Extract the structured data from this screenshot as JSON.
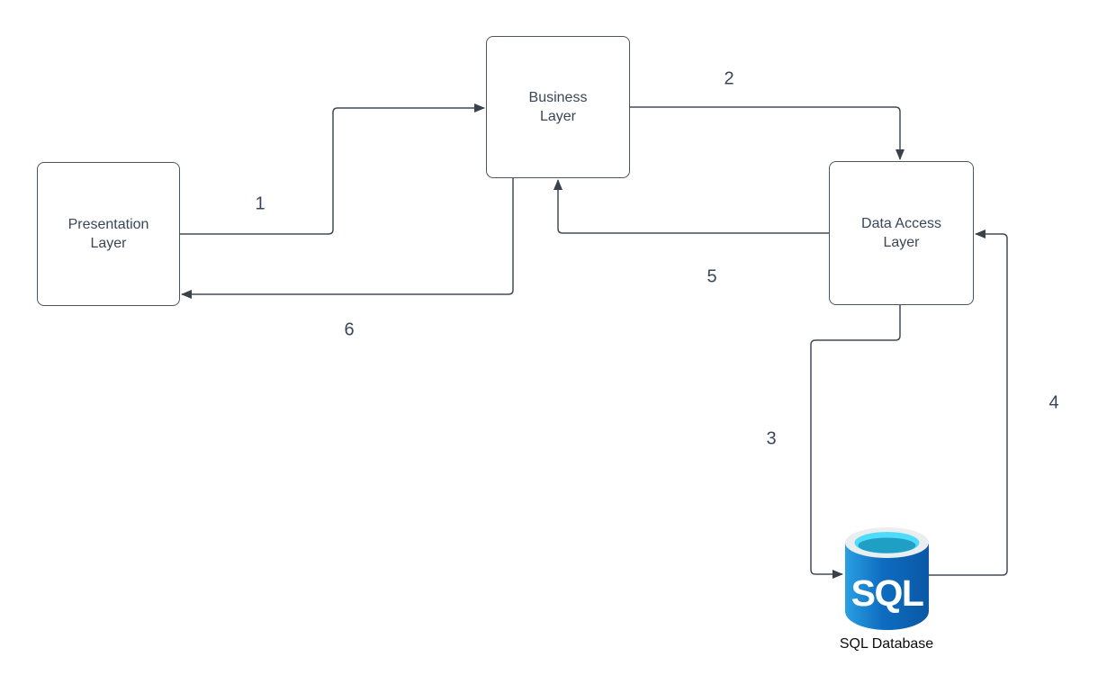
{
  "diagram": {
    "background_color": "#ffffff",
    "line_color": "#434c56",
    "arrowhead_color": "#39414b",
    "node_border_color": "#4b555f",
    "node_fill_color": "#ffffff",
    "text_color": "#3a4657",
    "nodes": [
      {
        "id": "presentation-layer",
        "label": "Presentation\nLayer"
      },
      {
        "id": "business-layer",
        "label": "Business\nLayer"
      },
      {
        "id": "data-access-layer",
        "label": "Data Access\nLayer"
      }
    ],
    "database": {
      "icon_text": "SQL",
      "label": "SQL Database",
      "body_color_left": "#2aa0e2",
      "body_color_right": "#0a58a5",
      "rim_color": "#eaeeef",
      "opening_color": "#4fdcfb",
      "liquid_color": "#1f9fc4"
    },
    "connectors": [
      {
        "label": "1",
        "from": "presentation-layer",
        "to": "business-layer"
      },
      {
        "label": "2",
        "from": "business-layer",
        "to": "data-access-layer"
      },
      {
        "label": "3",
        "from": "data-access-layer",
        "to": "sql-database"
      },
      {
        "label": "4",
        "from": "sql-database",
        "to": "data-access-layer"
      },
      {
        "label": "5",
        "from": "data-access-layer",
        "to": "business-layer"
      },
      {
        "label": "6",
        "from": "business-layer",
        "to": "presentation-layer"
      }
    ]
  }
}
